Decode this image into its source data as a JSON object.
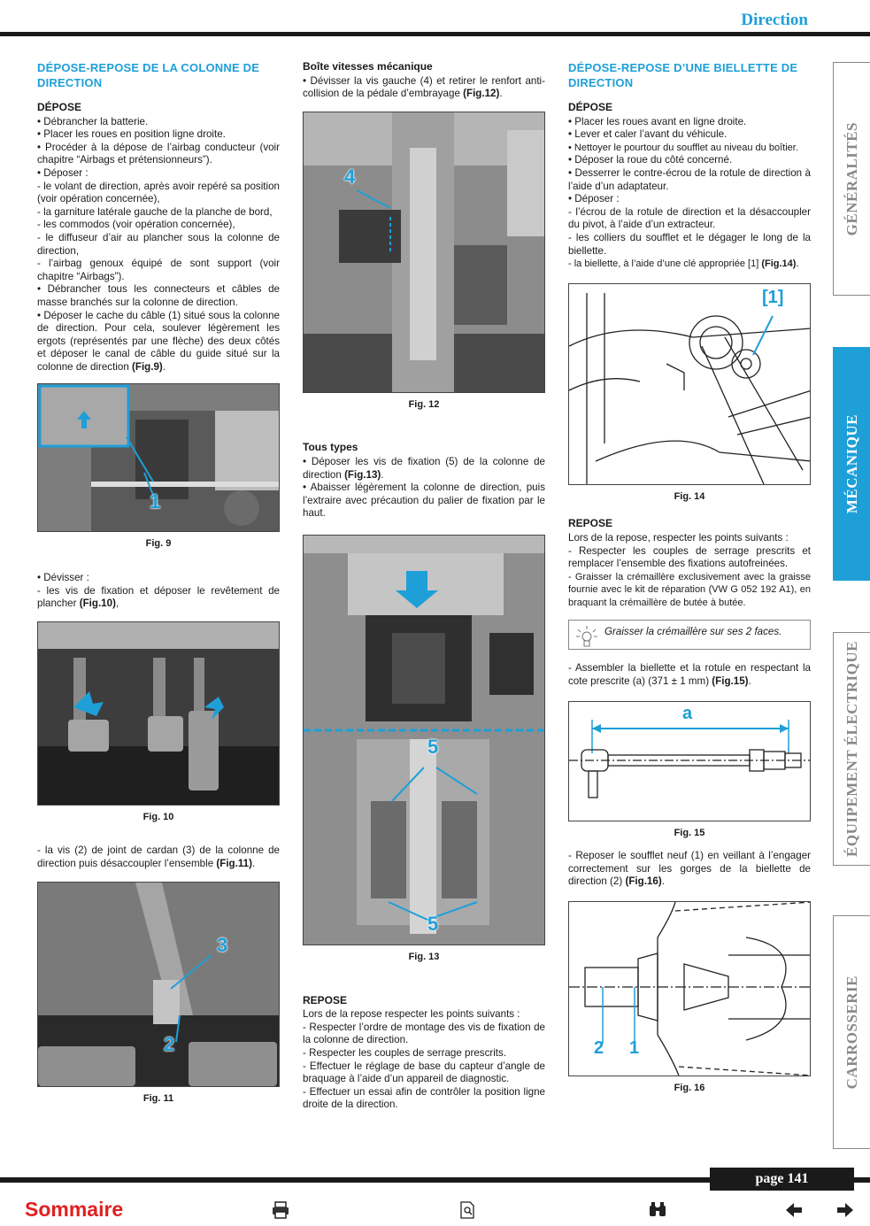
{
  "header": {
    "section_title": "Direction"
  },
  "col1": {
    "title": "Dépose-repose de la colonne de direction",
    "sub1": "DÉPOSE",
    "paras": [
      "• Débrancher la batterie.",
      "• Placer les roues en position ligne droite.",
      "• Procéder à la dépose de l’airbag conducteur (voir chapitre “Airbags et prétensionneurs”).",
      "• Déposer :",
      "- le volant de direction, après avoir repéré sa position (voir opération concernée),",
      "- la garniture latérale gauche de la planche de bord,",
      "- les commodos (voir opération concernée),",
      "- le diffuseur d’air au plancher sous la colonne de direction,",
      "- l’airbag genoux équipé de sont support (voir chapitre “Airbags”).",
      "• Débrancher tous les connecteurs et câbles de masse branchés sur la colonne de direction.",
      "• Déposer le cache du câble (1) situé sous la colonne de direction. Pour cela, soulever légèrement les ergots (représentés par une flèche) des deux côtés et déposer le canal de câble du guide situé sur la colonne de direction"
    ],
    "para_last_ref": "(Fig.9)",
    "fig9": "Fig. 9",
    "fig9_label": "1",
    "p2a": "• Dévisser :",
    "p2b": "- les vis de fixation et déposer le revêtement de plancher",
    "p2b_ref": "(Fig.10)",
    "p2b_end": ",",
    "fig10": "Fig. 10",
    "p3": "- la vis (2) de joint de cardan (3) de la colonne de direction puis désaccoupler l’ensemble",
    "p3_ref": "(Fig.11)",
    "p3_end": ".",
    "fig11": "Fig. 11",
    "fig11_l3": "3",
    "fig11_l2": "2"
  },
  "col2": {
    "sub1": "Boîte vitesses mécanique",
    "p1": "• Dévisser la vis gauche (4) et retirer le renfort anti-collision de la pédale d’embrayage",
    "p1_ref": "(Fig.12)",
    "p1_end": ".",
    "fig12": "Fig. 12",
    "fig12_label": "4",
    "sub2": "Tous types",
    "p2": "• Déposer les vis de fixation (5) de la colonne de direction",
    "p2_ref": "(Fig.13)",
    "p2_end": ".",
    "p3": "• Abaisser légèrement la colonne de direction, puis l’extraire avec précaution du palier de fixation par le haut.",
    "fig13": "Fig. 13",
    "fig13_label_a": "5",
    "fig13_label_b": "5",
    "sub3": "REPOSE",
    "paras": [
      "Lors de la repose respecter les points suivants :",
      "- Respecter l’ordre de montage des vis de fixation de la colonne de direction.",
      "- Respecter les couples de serrage prescrits.",
      "- Effectuer le réglage de base du capteur d’angle de braquage à l’aide d’un appareil de diagnostic.",
      "- Effectuer un essai afin de contrôler la position ligne droite de la direction."
    ]
  },
  "col3": {
    "title": "Dépose-repose d’une biellette de direction",
    "sub1": "DÉPOSE",
    "paras": [
      "• Placer les roues avant en ligne droite.",
      "• Lever et caler l’avant du véhicule.",
      "• Nettoyer le pourtour du soufflet au niveau du boîtier.",
      "• Déposer la roue du côté concerné.",
      "• Desserrer le contre-écrou de la rotule de direction à l’aide d’un adaptateur.",
      "• Déposer :",
      "- l’écrou de la rotule de direction et la désaccoupler du pivot, à l’aide d’un extracteur.",
      "- les colliers du soufflet et le dégager le long de la biellette."
    ],
    "p_last": "- la biellette, à l’aide d’une clé appropriée [1]",
    "p_last_ref": "(Fig.14)",
    "p_last_end": ".",
    "fig14": "Fig. 14",
    "fig14_label": "[1]",
    "sub2": "REPOSE",
    "repose": [
      "Lors de la repose, respecter les points suivants :",
      "- Respecter les couples de serrage prescrits et remplacer l’ensemble des fixations autofreinées.",
      "- Graisser la crémaillère exclusivement avec la graisse fournie avec le kit de réparation (VW G 052 192 A1), en braquant la crémaillère de butée à butée."
    ],
    "tip": "Graisser la crémaillère sur ses 2 faces.",
    "p_assemble": "- Assembler la biellette et la rotule en respectant la cote prescrite (a) (371 ± 1 mm)",
    "p_assemble_ref": "(Fig.15)",
    "p_assemble_end": ".",
    "fig15": "Fig. 15",
    "fig15_label": "a",
    "p_soufflet": "- Reposer le soufflet neuf (1) en veillant à l’engager correctement sur les gorges de la biellette de direction (2)",
    "p_soufflet_ref": "(Fig.16)",
    "p_soufflet_end": ".",
    "fig16": "Fig. 16",
    "fig16_l2": "2",
    "fig16_l1": "1"
  },
  "tabs": [
    {
      "label": "GÉNÉRALITÉS",
      "active": false
    },
    {
      "label": "MÉCANIQUE",
      "active": true
    },
    {
      "label": "ÉQUIPEMENT ÉLECTRIQUE",
      "active": false
    },
    {
      "label": "CARROSSERIE",
      "active": false
    }
  ],
  "footer": {
    "page": "page 141",
    "sommaire": "Sommaire"
  },
  "colors": {
    "accent": "#1e9fd8",
    "sommaire": "#e02020"
  }
}
